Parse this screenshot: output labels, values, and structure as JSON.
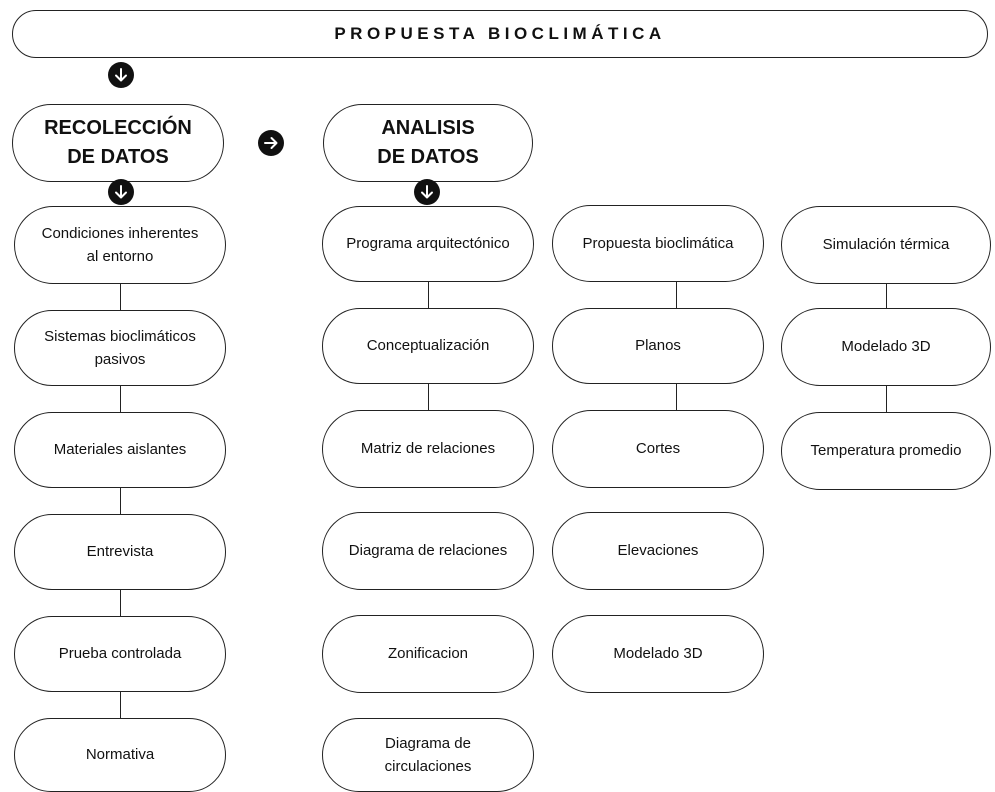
{
  "title": "PROPUESTA BIOCLIMÁTICA",
  "headers": {
    "recoleccion": "RECOLECCIÓN\nDE DATOS",
    "analisis": "ANALISIS\nDE DATOS"
  },
  "columns": [
    {
      "name": "recoleccion",
      "items": [
        "Condiciones inherentes\nal entorno",
        "Sistemas bioclimáticos\npasivos",
        "Materiales aislantes",
        "Entrevista",
        "Prueba controlada",
        "Normativa"
      ]
    },
    {
      "name": "analisis",
      "items": [
        "Programa arquitectónico",
        "Conceptualización",
        "Matriz de relaciones",
        "Diagrama de relaciones",
        "Zonificacion",
        "Diagrama de\ncirculaciones"
      ]
    },
    {
      "name": "propuesta",
      "items": [
        "Propuesta bioclimática",
        "Planos",
        "Cortes",
        "Elevaciones",
        "Modelado 3D"
      ]
    },
    {
      "name": "simulacion",
      "items": [
        "Simulación térmica",
        "Modelado 3D",
        "Temperatura promedio"
      ]
    }
  ],
  "icons": [
    "arrow-down-icon",
    "arrow-right-icon"
  ]
}
